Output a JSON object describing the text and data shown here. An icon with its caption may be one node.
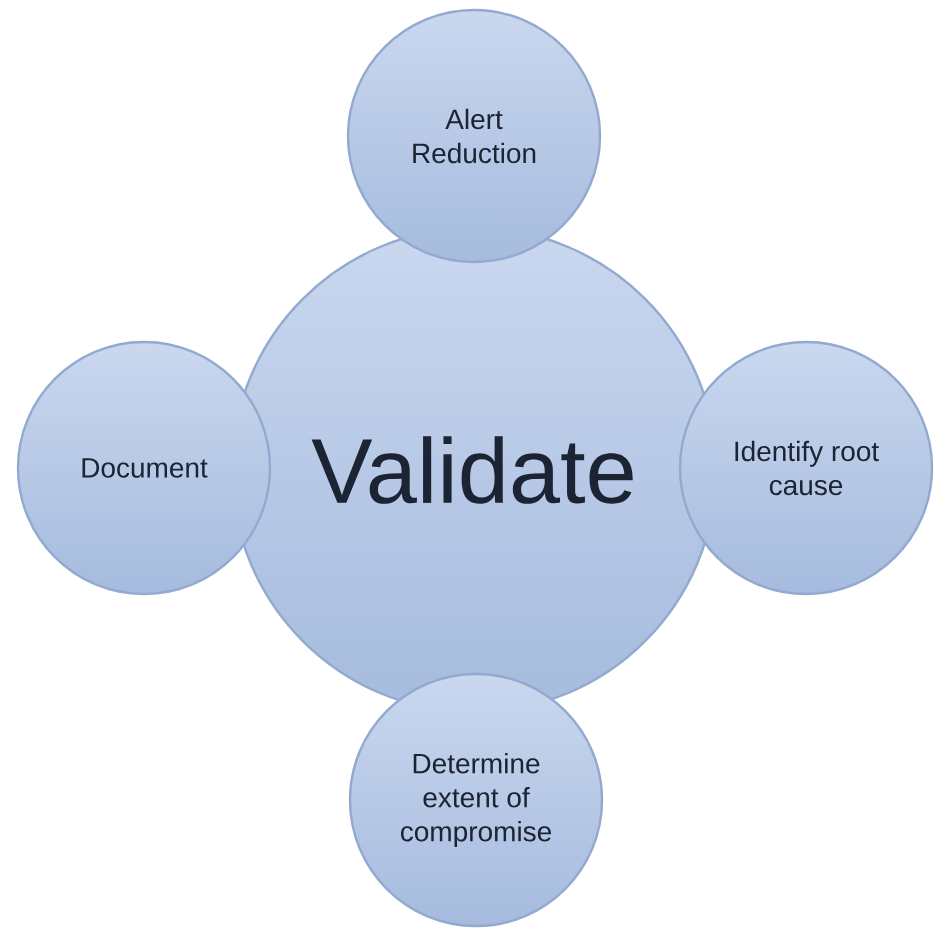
{
  "diagram": {
    "nodes": [
      {
        "text": [
          "Validate"
        ]
      },
      {
        "text": [
          "Alert Reduction"
        ]
      },
      {
        "text": [
          "Identify root cause"
        ]
      },
      {
        "text": [
          "Determine extent of compromise"
        ]
      },
      {
        "text": [
          "Document"
        ]
      }
    ]
  }
}
